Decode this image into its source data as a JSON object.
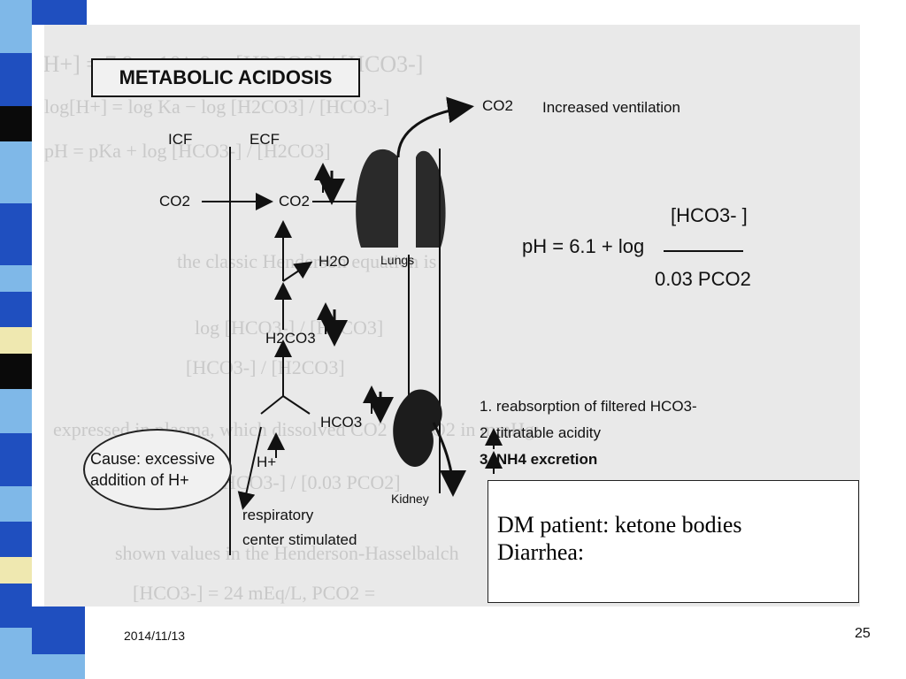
{
  "slide": {
    "title": "METABOLIC ACIDOSIS",
    "date": "2014/11/13",
    "page_number": "25"
  },
  "diagram": {
    "icf": "ICF",
    "ecf": "ECF",
    "co2_icf": "CO2",
    "co2_ecf": "CO2",
    "co2_out": "CO2",
    "increased_ventilation": "Increased ventilation",
    "h2o": "H2O",
    "lungs": "Lungs",
    "h2co3": "H2CO3",
    "hco3": "HCO3",
    "h_plus": "H+",
    "kidney": "Kidney",
    "respiratory_1": "respiratory",
    "respiratory_2": "center stimulated",
    "cause_1": "Cause: excessive",
    "cause_2": "addition of H+",
    "ph_left": "pH = 6.1 + log",
    "ph_numerator": "[HCO3- ]",
    "ph_denominator": "0.03 PCO2",
    "renal_1": "1. reabsorption of filtered HCO3-",
    "renal_2": "2.   titratable acidity",
    "renal_3": "3.   NH4     excretion"
  },
  "background_text": [
    "[H+] = 7.9 × 10^-9 × [H2CO3] / [HCO3-]",
    "log[H+] = log Ka − log [H2CO3] / [HCO3-]",
    "pH = pKa + log [HCO3-] / [H2CO3]",
    "the classic Henderson equation is",
    "log [HCO3-] / [H2CO3]",
    "[HCO3-] / [H2CO3]",
    "expressed in plasma, which dissolved CO2 × PCO2 in mmHg:",
    "log [HCO3-] / [0.03 PCO2]",
    "shown values in the Henderson-Hasselbalch",
    "[HCO3-] = 24 mEq/L, PCO2 ="
  ],
  "note": {
    "line_1": "DM patient: ketone bodies",
    "line_2": "Diarrhea:"
  },
  "colors": {
    "stripe_blue": "#1f4fbf",
    "stripe_light": "#7fb8e8",
    "stripe_navy": "#17305c",
    "stripe_cream": "#efe8b0",
    "stripe_black": "#0a0a0a"
  }
}
